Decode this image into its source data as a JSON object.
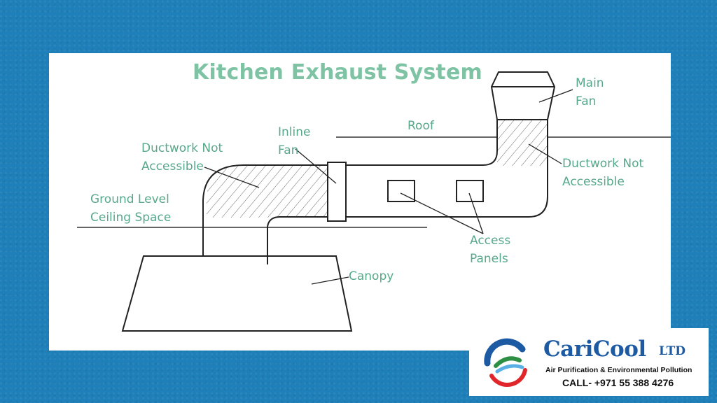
{
  "diagram": {
    "title": "Kitchen Exhaust System",
    "labels": {
      "main_fan_1": "Main",
      "main_fan_2": "Fan",
      "roof": "Roof",
      "inline_fan_1": "Inline",
      "inline_fan_2": "Fan",
      "ductwork_left_1": "Ductwork Not",
      "ductwork_left_2": "Accessible",
      "ductwork_right_1": "Ductwork Not",
      "ductwork_right_2": "Accessible",
      "ground_level_1": "Ground Level",
      "ground_level_2": "Ceiling Space",
      "access_panels_1": "Access",
      "access_panels_2": "Panels",
      "canopy": "Canopy"
    }
  },
  "logo": {
    "brand": "CariCool",
    "suffix": "LTD",
    "tagline": "Air Purification & Environmental Pollution",
    "phone": "CALL- +971 55 388 4276"
  },
  "colors": {
    "background": "#1f7fb9",
    "label": "#58a88b",
    "title": "#7ec4a4",
    "brand": "#1c5aa3"
  }
}
